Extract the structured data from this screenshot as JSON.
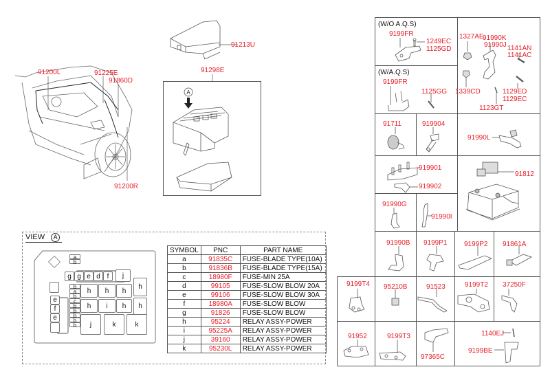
{
  "left_assembly": {
    "labels": {
      "harness_left": "91200L",
      "harness_e": "91225E",
      "harness_d": "91860D",
      "harness_right": "91200R",
      "cover": "91213U",
      "junction_box": "91298E",
      "view_marker": "A"
    }
  },
  "view_panel": {
    "title": "VIEW",
    "marker": "A",
    "fuse_layout": {
      "top_minis": [
        "a",
        "b"
      ],
      "top_row": [
        "g",
        "g",
        "e",
        "d",
        "f"
      ],
      "top_row_right": "j",
      "left_column": [
        "e",
        "f",
        "e",
        ""
      ],
      "mini_column": [
        "b",
        "a",
        "b",
        "c",
        "b",
        "b",
        "b",
        "b",
        "b"
      ],
      "row2": [
        "h",
        "h",
        "h"
      ],
      "row3": [
        "h",
        "i",
        "h"
      ],
      "right_column": [
        "h",
        "h"
      ],
      "row4": [
        "j",
        "k",
        "k"
      ]
    }
  },
  "parts_table": {
    "headers": [
      "SYMBOL",
      "PNC",
      "PART NAME"
    ],
    "rows": [
      {
        "symbol": "a",
        "pnc": "91835C",
        "name": "FUSE-BLADE TYPE(10A)"
      },
      {
        "symbol": "b",
        "pnc": "91836B",
        "name": "FUSE-BLADE TYPE(15A)"
      },
      {
        "symbol": "c",
        "pnc": "18980F",
        "name": "FUSE-MIN 25A"
      },
      {
        "symbol": "d",
        "pnc": "99105",
        "name": "FUSE-SLOW BLOW 20A"
      },
      {
        "symbol": "e",
        "pnc": "99106",
        "name": "FUSE-SLOW BLOW 30A"
      },
      {
        "symbol": "f",
        "pnc": "18980A",
        "name": "FUSE-SLOW BLOW"
      },
      {
        "symbol": "g",
        "pnc": "91826",
        "name": "FUSE-SLOW BLOW"
      },
      {
        "symbol": "h",
        "pnc": "95224",
        "name": "RELAY ASSY-POWER"
      },
      {
        "symbol": "i",
        "pnc": "95225A",
        "name": "RELAY ASSY-POWER"
      },
      {
        "symbol": "j",
        "pnc": "39160",
        "name": "RELAY ASSY-POWER"
      },
      {
        "symbol": "k",
        "pnc": "95230L",
        "name": "RELAY ASSY-POWER"
      }
    ]
  },
  "right_grid": {
    "wo_aqs": {
      "title": "(W/O A.Q.S)",
      "part": "9199FR",
      "bolt1": "1249EC",
      "bolt2": "1125GD"
    },
    "w_aqs": {
      "title": "(W/A.Q.S)",
      "part": "9199FR",
      "bolt": "1125GG"
    },
    "hardware": {
      "nut1": "1327AE",
      "bracket1": "91990K",
      "bracket2": "91990J",
      "bolt1": "1141AN",
      "bolt2": "1141AC",
      "nut2": "1339CD",
      "bolt3": "1129ED",
      "bolt4": "1129EC",
      "pin": "1123GT"
    },
    "cells": {
      "c91711": "91711",
      "c919904": "919904",
      "c91990L": "91990L",
      "c919901": "919901",
      "c919902": "919902",
      "c91812": "91812",
      "c91990G": "91990G",
      "c91990I": "91990I",
      "c91990B": "91990B",
      "c9199P1": "9199P1",
      "c9199P2": "9199P2",
      "c91861A": "91861A",
      "c9199T4": "9199T4",
      "c95210B": "95210B",
      "c91523": "91523",
      "c9199T2": "9199T2",
      "c37250F": "37250F",
      "c91952": "91952",
      "c9199T3": "9199T3",
      "c97365C": "97365C",
      "c1140EJ": "1140EJ",
      "c9199BE": "9199BE"
    }
  }
}
